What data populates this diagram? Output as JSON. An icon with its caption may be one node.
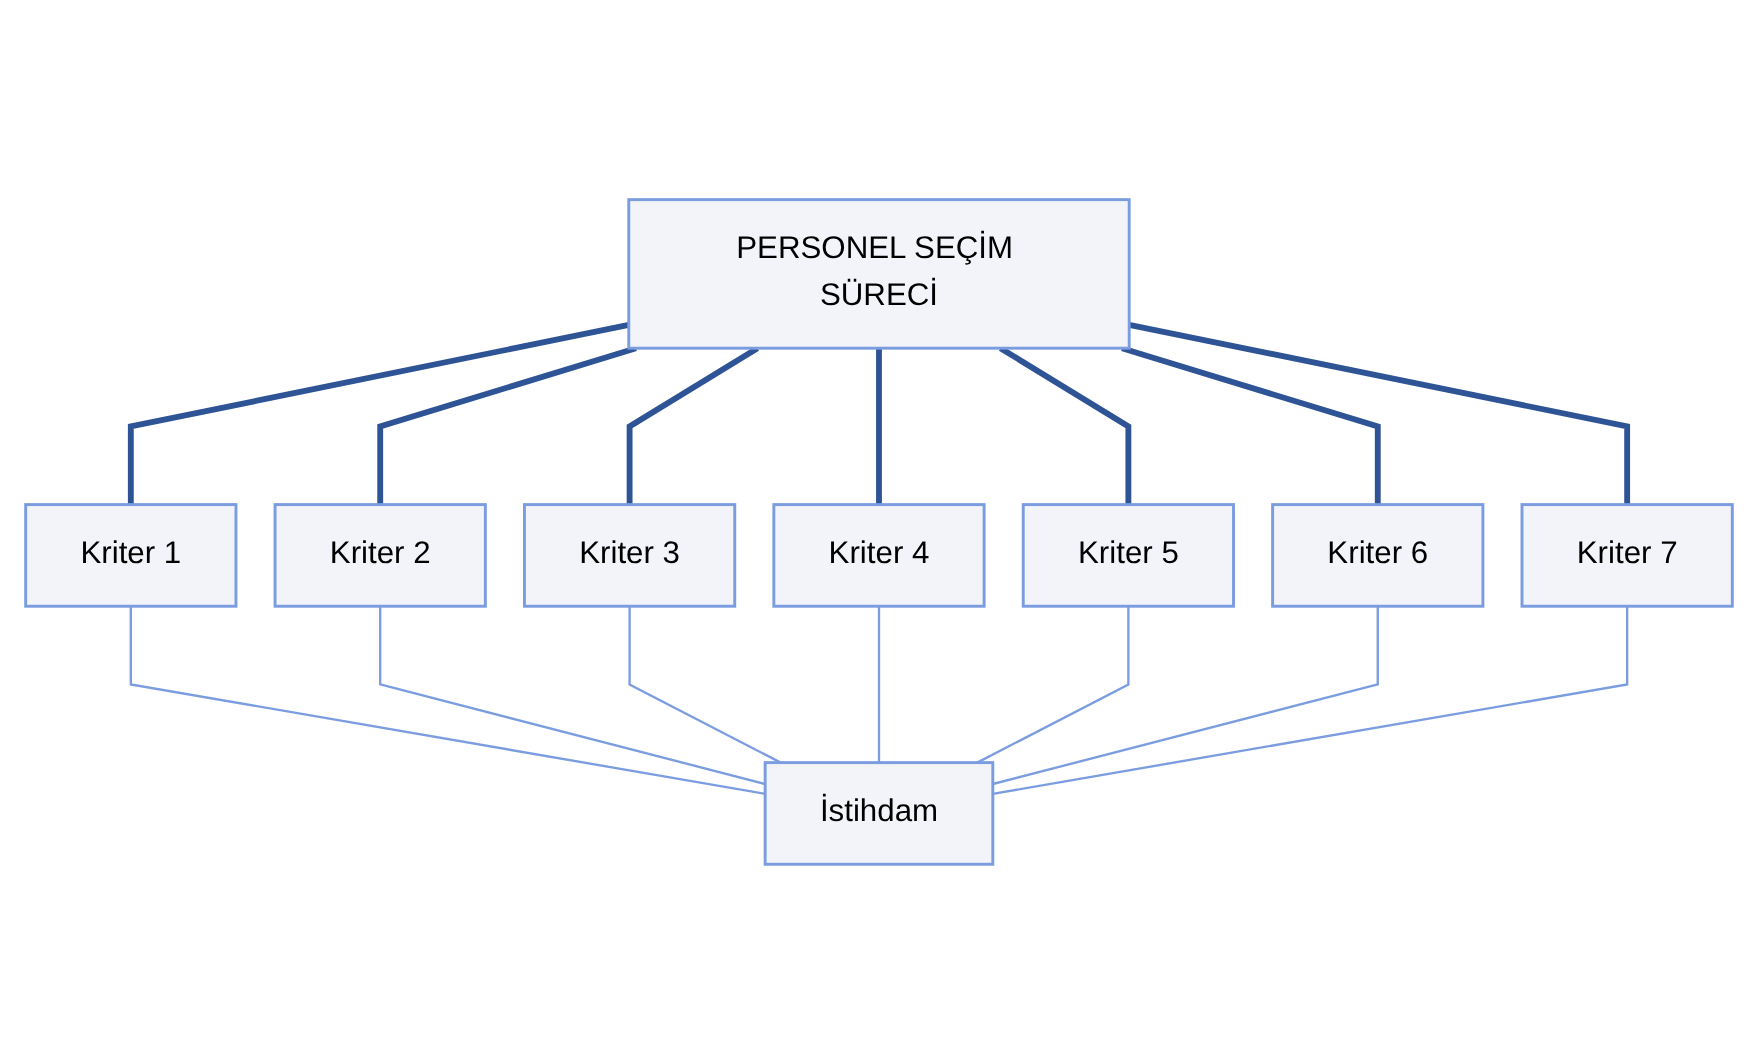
{
  "diagram": {
    "nodes": [
      {
        "text": [
          "PERSONEL SEÇİM SÜRECİ"
        ]
      },
      {
        "text": [
          "Kriter 1"
        ]
      },
      {
        "text": [
          "Kriter 2"
        ]
      },
      {
        "text": [
          "Kriter 3"
        ]
      },
      {
        "text": [
          "Kriter 4"
        ]
      },
      {
        "text": [
          "Kriter 5"
        ]
      },
      {
        "text": [
          "Kriter 6"
        ]
      },
      {
        "text": [
          "Kriter 7"
        ]
      },
      {
        "text": [
          "İstihdam"
        ]
      }
    ],
    "edges": [
      {
        "from": 0,
        "to": 1,
        "arrow": "none",
        "style": "thick"
      },
      {
        "from": 0,
        "to": 2,
        "arrow": "none",
        "style": "thick"
      },
      {
        "from": 0,
        "to": 3,
        "arrow": "none",
        "style": "thick"
      },
      {
        "from": 0,
        "to": 4,
        "arrow": "none",
        "style": "thick"
      },
      {
        "from": 0,
        "to": 5,
        "arrow": "none",
        "style": "thick"
      },
      {
        "from": 0,
        "to": 6,
        "arrow": "none",
        "style": "thick"
      },
      {
        "from": 0,
        "to": 7,
        "arrow": "none",
        "style": "thick"
      },
      {
        "from": 1,
        "to": 8,
        "arrow": "none",
        "color": "#7b9de0"
      },
      {
        "from": 2,
        "to": 8,
        "arrow": "none",
        "color": "#7b9de0"
      },
      {
        "from": 3,
        "to": 8,
        "arrow": "none",
        "color": "#7b9de0"
      },
      {
        "from": 4,
        "to": 8,
        "arrow": "none",
        "color": "#7b9de0"
      },
      {
        "from": 5,
        "to": 8,
        "arrow": "none",
        "color": "#7b9de0"
      },
      {
        "from": 6,
        "to": 8,
        "arrow": "none",
        "color": "#7b9de0"
      },
      {
        "from": 7,
        "to": 8,
        "arrow": "none",
        "color": "#7b9de0"
      }
    ]
  }
}
